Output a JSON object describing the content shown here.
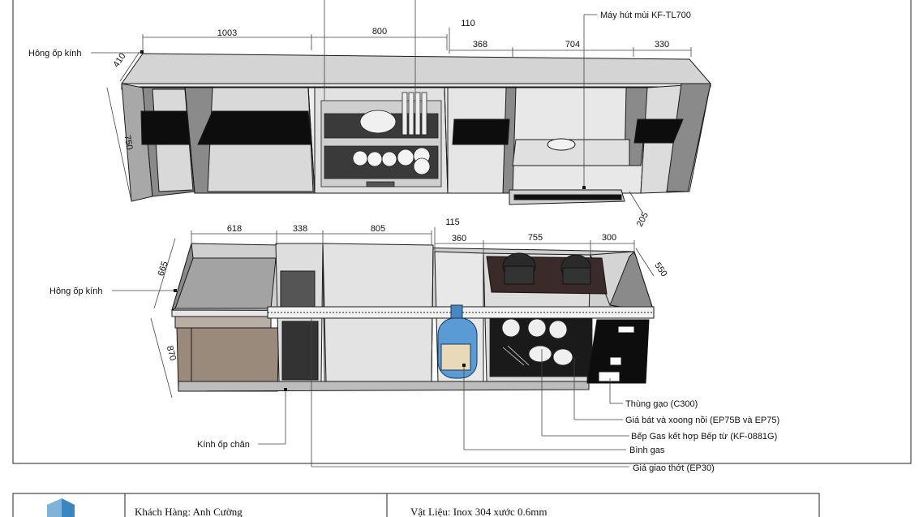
{
  "upper_cabinet": {
    "dimensions": {
      "width_1": "1003",
      "width_2": "800",
      "gap": "110",
      "width_3": "368",
      "width_4": "704",
      "width_5": "330",
      "depth": "410",
      "height": "750",
      "hood_depth": "205"
    },
    "labels": {
      "glass_side": "Hông ốp kính",
      "hood": "Máy hút mùi KF-TL700"
    }
  },
  "lower_cabinet": {
    "dimensions": {
      "width_1": "618",
      "width_2": "338",
      "width_3": "805",
      "gap": "115",
      "width_4": "360",
      "width_5": "755",
      "width_6": "300",
      "side_depth": "665",
      "height": "870",
      "depth": "550"
    },
    "labels": {
      "glass_side": "Hông ốp kính",
      "glass_foot": "Kính ốp chân",
      "rice_bin": "Thùng gạo (C300)",
      "dish_rack": "Giá bát và xoong nồi (EP75B và EP75)",
      "stove": "Bếp Gas kết hợp Bếp từ (KF-0881G)",
      "gas_tank": "Bình gas",
      "cutting_board_rack": "Giá giao thớt (EP30)"
    }
  },
  "title_block": {
    "customer": "Khách Hàng: Anh Cường",
    "material": "Vật Liệu: Inox 304 xước 0.6mm"
  },
  "colors": {
    "line": "#1a1a1a",
    "panel": "#d9d9d9",
    "panel_dark": "#8a8a8a",
    "shelf_black": "#0d0d0d",
    "door_brown": "#9a8a7c",
    "gas_blue": "#5b9bd5",
    "stove_top": "#3a2a2a"
  }
}
